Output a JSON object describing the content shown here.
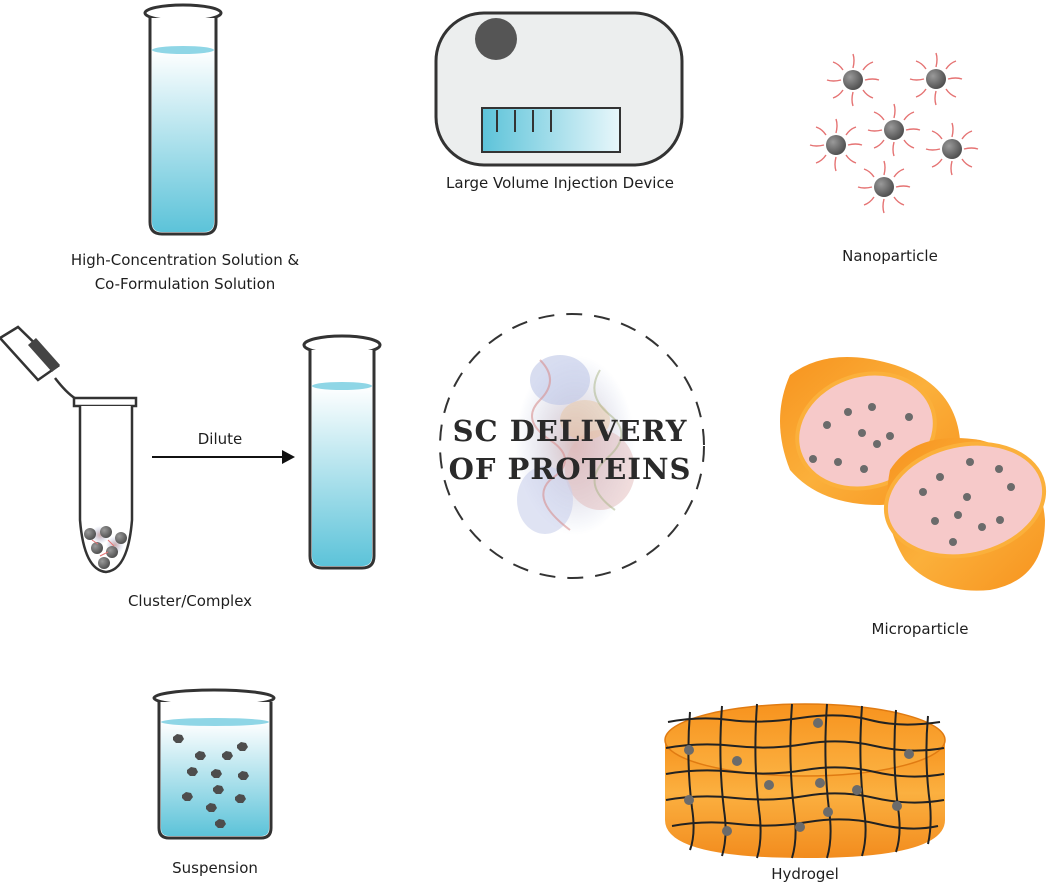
{
  "diagram": {
    "center": {
      "title_line1": "SC DELIVERY",
      "title_line2": "OF PROTEINS"
    },
    "items": {
      "high_concentration": {
        "line1": "High-Concentration Solution &",
        "line2": "Co-Formulation Solution"
      },
      "injection_device": {
        "label": "Large Volume Injection Device"
      },
      "nanoparticle": {
        "label": "Nanoparticle"
      },
      "cluster": {
        "label": "Cluster/Complex",
        "arrow_label": "Dilute"
      },
      "microparticle": {
        "label": "Microparticle"
      },
      "suspension": {
        "label": "Suspension"
      },
      "hydrogel": {
        "label": "Hydrogel"
      }
    }
  },
  "colors": {
    "liquid": "#5cc3d9",
    "particle": "#6b6b6b",
    "nanoparticle_ligand": "#e57373",
    "microparticle_shell": "#f5a623",
    "microparticle_core": "#f6c9c9",
    "hydrogel": "#f7931e"
  }
}
